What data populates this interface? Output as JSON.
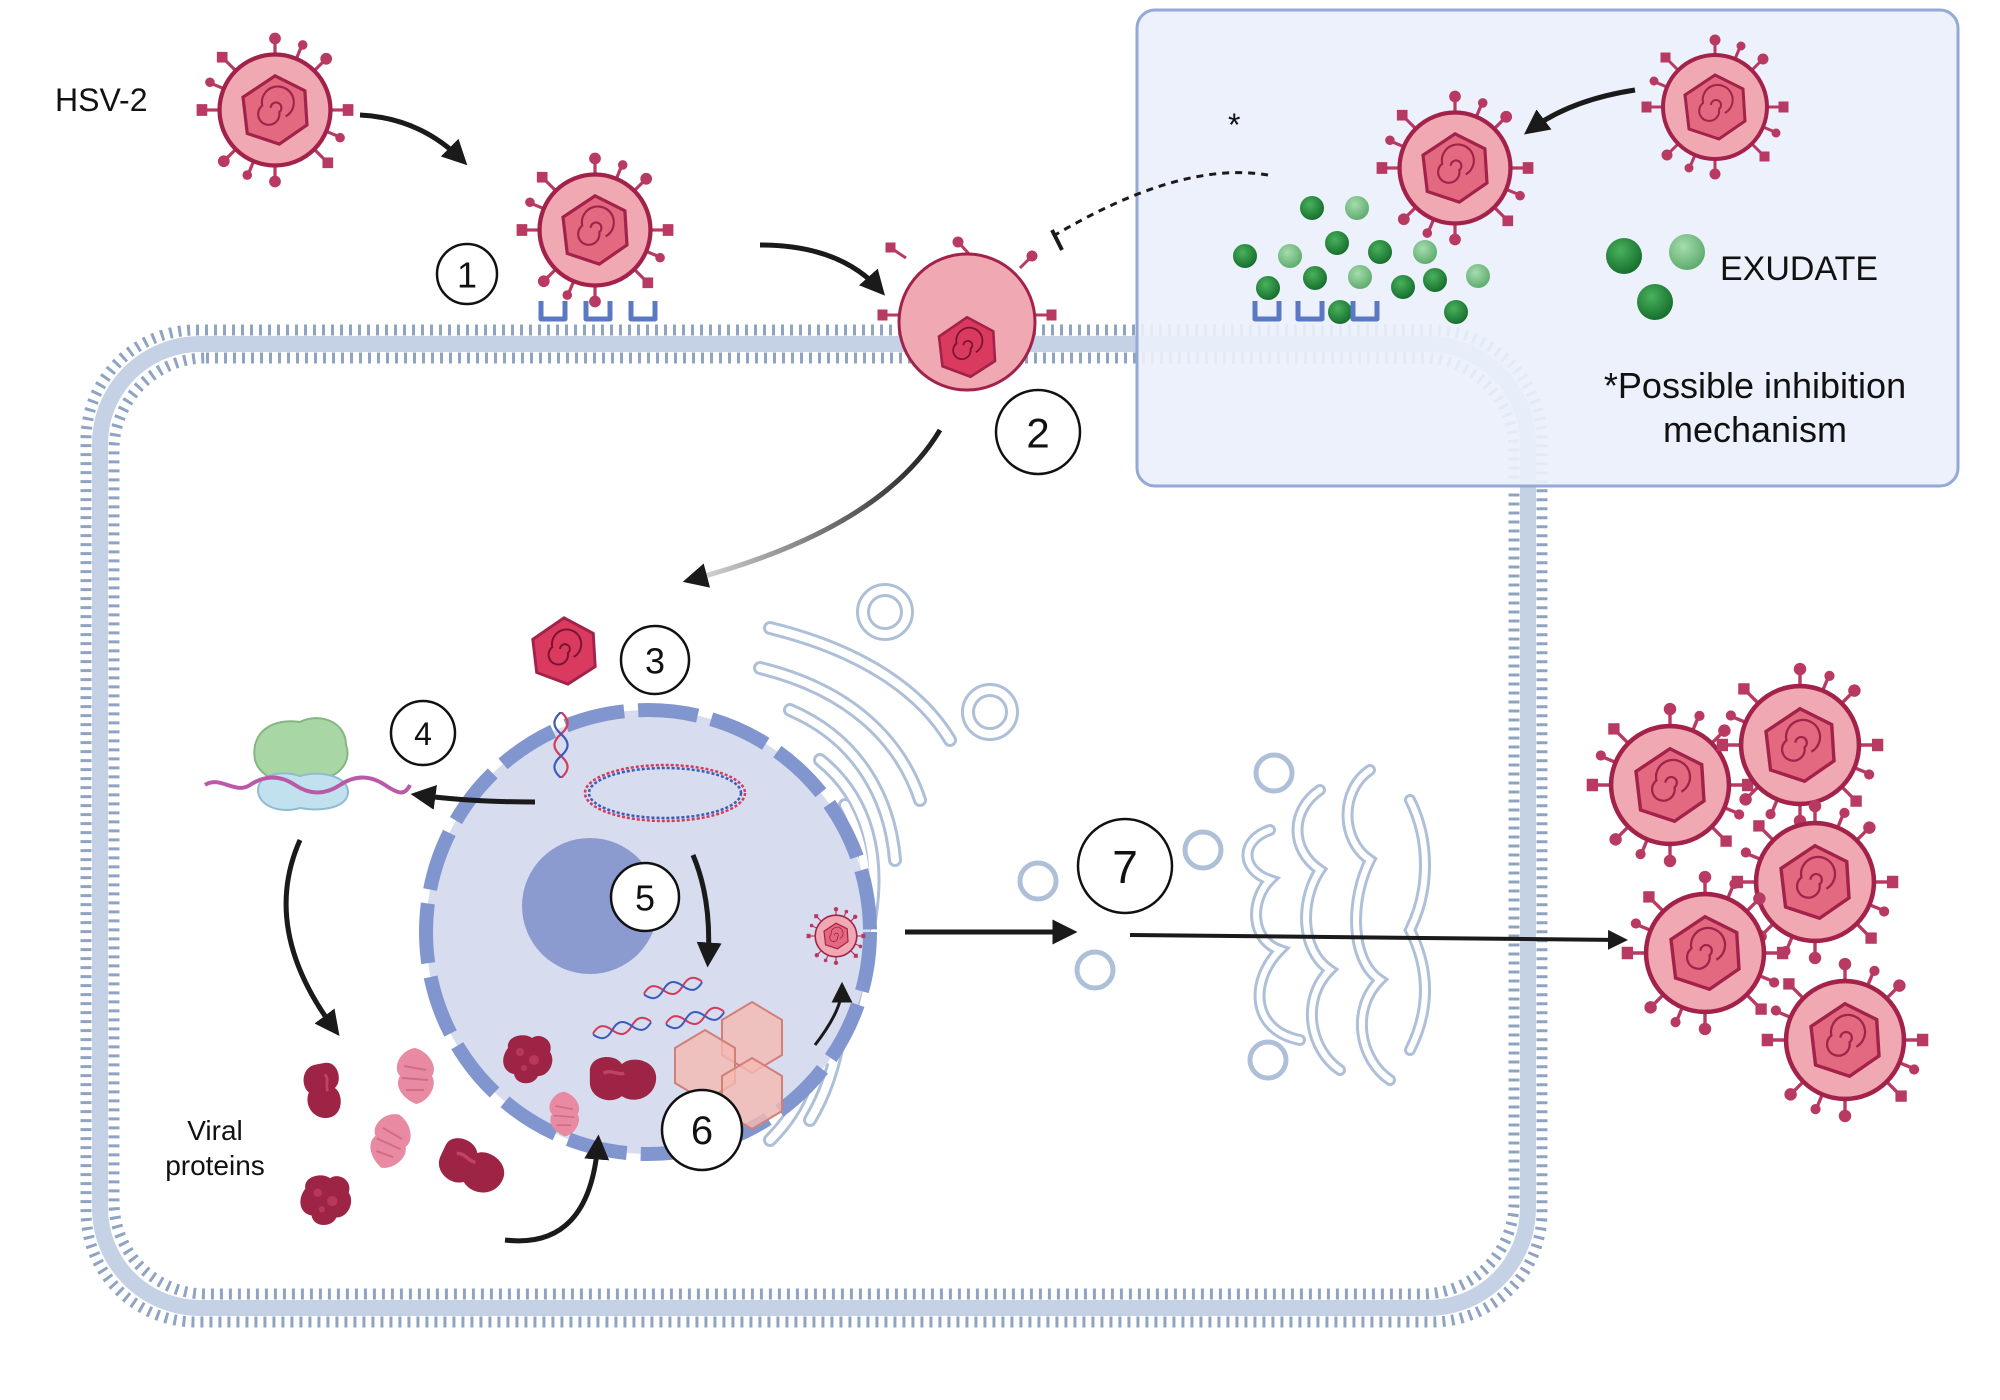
{
  "labels": {
    "virus_name": "HSV-2",
    "exudate": "EXUDATE",
    "inhibition_line1": "*Possible inhibition",
    "inhibition_line2": "mechanism",
    "asterisk": "*",
    "viral_proteins_line1": "Viral",
    "viral_proteins_line2": "proteins"
  },
  "steps": [
    "1",
    "2",
    "3",
    "4",
    "5",
    "6",
    "7"
  ],
  "colors": {
    "virus_fill": "#f0a8b2",
    "virus_stroke": "#a3224a",
    "spike": "#b83a62",
    "capsid": "#d93a5e",
    "membrane": "#8fa3c2",
    "membrane_fill": "#ffffff",
    "nucleus": "#d7dcef",
    "nuclear_envelope": "#8196cf",
    "nucleolus": "#8b9bd0",
    "exudate_dark": "#1f8a3a",
    "exudate_light": "#6cc07a",
    "inset_fill": "#eaf0fb",
    "inset_stroke": "#93a9d6",
    "organelle": "#aebfd8",
    "protein_dark": "#9e2446",
    "protein_light": "#e88aa2",
    "arrow": "#1a1a1a"
  },
  "icons": [
    "virion-icon",
    "capsid-icon",
    "receptor-icon",
    "ribosome-icon",
    "dna-icon",
    "protein-icon",
    "golgi-icon",
    "er-icon"
  ]
}
